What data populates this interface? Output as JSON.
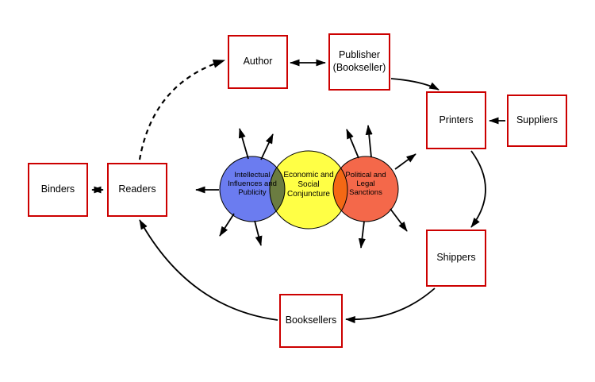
{
  "title": "Communications circuit diagram",
  "nodes": {
    "author": {
      "label": "Author"
    },
    "publisher": {
      "label": "Publisher (Bookseller)"
    },
    "printers": {
      "label": "Printers"
    },
    "suppliers": {
      "label": "Suppliers"
    },
    "shippers": {
      "label": "Shippers"
    },
    "booksellers": {
      "label": "Booksellers"
    },
    "readers": {
      "label": "Readers"
    },
    "binders": {
      "label": "Binders"
    }
  },
  "venn": {
    "intellectual": {
      "label": "Intellectual Influences and Publicity",
      "color": "#6b7cf0"
    },
    "economic": {
      "label": "Economic and Social Conjuncture",
      "color": "#ffff45"
    },
    "political": {
      "label": "Political and Legal Sanctions",
      "color": "#f4684a"
    }
  },
  "colors": {
    "box_border": "#cc0000",
    "arrow": "#000000"
  }
}
